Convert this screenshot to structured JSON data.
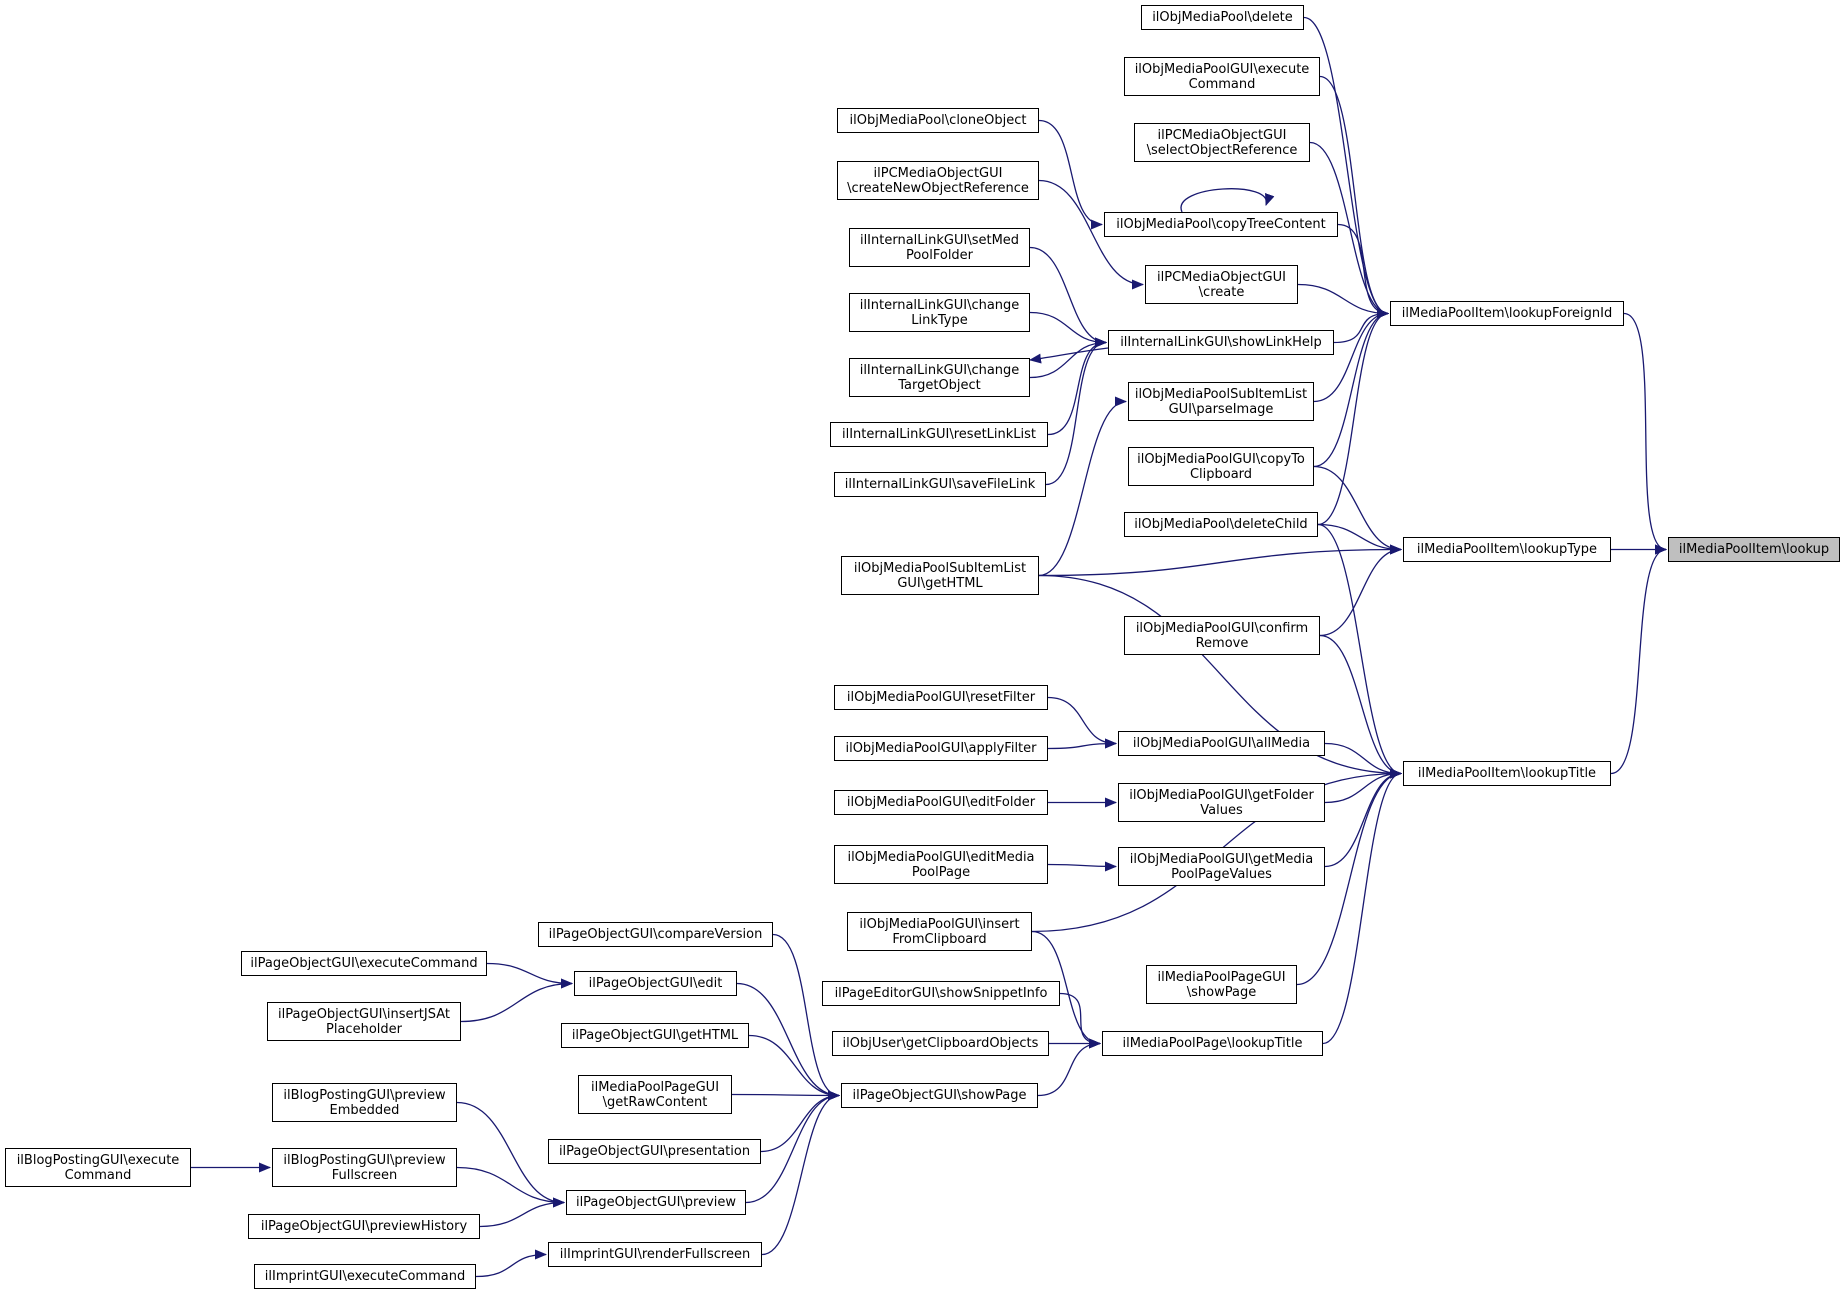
{
  "accent_color": "#191970",
  "root_fill": "#bfbfbf",
  "nodes": [
    {
      "id": "lookup",
      "lines": [
        "ilMediaPoolItem\\lookup"
      ],
      "root": true
    },
    {
      "id": "lookupForeignId",
      "lines": [
        "ilMediaPoolItem\\lookupForeignId"
      ]
    },
    {
      "id": "lookupType",
      "lines": [
        "ilMediaPoolItem\\lookupType"
      ]
    },
    {
      "id": "lookupTitle",
      "lines": [
        "ilMediaPoolItem\\lookupTitle"
      ]
    },
    {
      "id": "mp_delete",
      "lines": [
        "ilObjMediaPool\\delete"
      ]
    },
    {
      "id": "mpg_executeCommand",
      "lines": [
        "ilObjMediaPoolGUI\\execute",
        "Command"
      ]
    },
    {
      "id": "pcmo_selectObjectReference",
      "lines": [
        "ilPCMediaObjectGUI",
        "\\selectObjectReference"
      ]
    },
    {
      "id": "mp_cloneObject",
      "lines": [
        "ilObjMediaPool\\cloneObject"
      ]
    },
    {
      "id": "pcmo_createNewObjectReference",
      "lines": [
        "ilPCMediaObjectGUI",
        "\\createNewObjectReference"
      ]
    },
    {
      "id": "mp_copyTreeContent",
      "lines": [
        "ilObjMediaPool\\copyTreeContent"
      ]
    },
    {
      "id": "il_setMedPoolFolder",
      "lines": [
        "ilInternalLinkGUI\\setMed",
        "PoolFolder"
      ]
    },
    {
      "id": "pcmo_create",
      "lines": [
        "ilPCMediaObjectGUI",
        "\\create"
      ]
    },
    {
      "id": "il_changeLinkType",
      "lines": [
        "ilInternalLinkGUI\\change",
        "LinkType"
      ]
    },
    {
      "id": "il_showLinkHelp",
      "lines": [
        "ilInternalLinkGUI\\showLinkHelp"
      ]
    },
    {
      "id": "il_changeTargetObject",
      "lines": [
        "ilInternalLinkGUI\\change",
        "TargetObject"
      ]
    },
    {
      "id": "mpsil_parseImage",
      "lines": [
        "ilObjMediaPoolSubItemList",
        "GUI\\parseImage"
      ]
    },
    {
      "id": "il_resetLinkList",
      "lines": [
        "ilInternalLinkGUI\\resetLinkList"
      ]
    },
    {
      "id": "mpg_copyToClipboard",
      "lines": [
        "ilObjMediaPoolGUI\\copyTo",
        "Clipboard"
      ]
    },
    {
      "id": "il_saveFileLink",
      "lines": [
        "ilInternalLinkGUI\\saveFileLink"
      ]
    },
    {
      "id": "mp_deleteChild",
      "lines": [
        "ilObjMediaPool\\deleteChild"
      ]
    },
    {
      "id": "mpsil_getHTML",
      "lines": [
        "ilObjMediaPoolSubItemList",
        "GUI\\getHTML"
      ]
    },
    {
      "id": "mpg_confirmRemove",
      "lines": [
        "ilObjMediaPoolGUI\\confirm",
        "Remove"
      ]
    },
    {
      "id": "mpg_resetFilter",
      "lines": [
        "ilObjMediaPoolGUI\\resetFilter"
      ]
    },
    {
      "id": "mpg_allMedia",
      "lines": [
        "ilObjMediaPoolGUI\\allMedia"
      ]
    },
    {
      "id": "mpg_applyFilter",
      "lines": [
        "ilObjMediaPoolGUI\\applyFilter"
      ]
    },
    {
      "id": "mpg_editFolder",
      "lines": [
        "ilObjMediaPoolGUI\\editFolder"
      ]
    },
    {
      "id": "mpg_getFolderValues",
      "lines": [
        "ilObjMediaPoolGUI\\getFolder",
        "Values"
      ]
    },
    {
      "id": "mpg_editMediaPoolPage",
      "lines": [
        "ilObjMediaPoolGUI\\editMedia",
        "PoolPage"
      ]
    },
    {
      "id": "mpg_getMediaPoolPageValues",
      "lines": [
        "ilObjMediaPoolGUI\\getMedia",
        "PoolPageValues"
      ]
    },
    {
      "id": "mpg_insertFromClipboard",
      "lines": [
        "ilObjMediaPoolGUI\\insert",
        "FromClipboard"
      ]
    },
    {
      "id": "po_compareVersion",
      "lines": [
        "ilPageObjectGUI\\compareVersion"
      ]
    },
    {
      "id": "mpp_showPage",
      "lines": [
        "ilMediaPoolPageGUI",
        "\\showPage"
      ]
    },
    {
      "id": "po_executeCommand",
      "lines": [
        "ilPageObjectGUI\\executeCommand"
      ]
    },
    {
      "id": "po_edit",
      "lines": [
        "ilPageObjectGUI\\edit"
      ]
    },
    {
      "id": "pe_showSnippetInfo",
      "lines": [
        "ilPageEditorGUI\\showSnippetInfo"
      ]
    },
    {
      "id": "po_insertJSAtPlaceholder",
      "lines": [
        "ilPageObjectGUI\\insertJSAt",
        "Placeholder"
      ]
    },
    {
      "id": "po_getHTML",
      "lines": [
        "ilPageObjectGUI\\getHTML"
      ]
    },
    {
      "id": "user_getClipboardObjects",
      "lines": [
        "ilObjUser\\getClipboardObjects"
      ]
    },
    {
      "id": "mpp_lookupTitle",
      "lines": [
        "ilMediaPoolPage\\lookupTitle"
      ]
    },
    {
      "id": "mpp_getRawContent",
      "lines": [
        "ilMediaPoolPageGUI",
        "\\getRawContent"
      ]
    },
    {
      "id": "bp_previewEmbedded",
      "lines": [
        "ilBlogPostingGUI\\preview",
        "Embedded"
      ]
    },
    {
      "id": "po_showPage",
      "lines": [
        "ilPageObjectGUI\\showPage"
      ]
    },
    {
      "id": "po_presentation",
      "lines": [
        "ilPageObjectGUI\\presentation"
      ]
    },
    {
      "id": "bp_executeCommand",
      "lines": [
        "ilBlogPostingGUI\\execute",
        "Command"
      ]
    },
    {
      "id": "bp_previewFullscreen",
      "lines": [
        "ilBlogPostingGUI\\preview",
        "Fullscreen"
      ]
    },
    {
      "id": "po_preview",
      "lines": [
        "ilPageObjectGUI\\preview"
      ]
    },
    {
      "id": "po_previewHistory",
      "lines": [
        "ilPageObjectGUI\\previewHistory"
      ]
    },
    {
      "id": "imp_renderFullscreen",
      "lines": [
        "ilImprintGUI\\renderFullscreen"
      ]
    },
    {
      "id": "imp_executeCommand",
      "lines": [
        "ilImprintGUI\\executeCommand"
      ]
    }
  ],
  "edges": [
    {
      "from": "lookupForeignId",
      "to": "lookup"
    },
    {
      "from": "lookupType",
      "to": "lookup"
    },
    {
      "from": "lookupTitle",
      "to": "lookup"
    },
    {
      "from": "mp_delete",
      "to": "lookupForeignId"
    },
    {
      "from": "mpg_executeCommand",
      "to": "lookupForeignId"
    },
    {
      "from": "pcmo_selectObjectReference",
      "to": "lookupForeignId"
    },
    {
      "from": "mp_copyTreeContent",
      "to": "lookupForeignId"
    },
    {
      "from": "pcmo_create",
      "to": "lookupForeignId"
    },
    {
      "from": "il_showLinkHelp",
      "to": "lookupForeignId"
    },
    {
      "from": "mpsil_parseImage",
      "to": "lookupForeignId"
    },
    {
      "from": "mpg_copyToClipboard",
      "to": "lookupForeignId"
    },
    {
      "from": "mp_deleteChild",
      "to": "lookupForeignId"
    },
    {
      "from": "mp_cloneObject",
      "to": "mp_copyTreeContent"
    },
    {
      "from": "mp_copyTreeContent",
      "to": "mp_copyTreeContent"
    },
    {
      "from": "pcmo_createNewObjectReference",
      "to": "pcmo_create"
    },
    {
      "from": "il_setMedPoolFolder",
      "to": "il_showLinkHelp"
    },
    {
      "from": "il_changeLinkType",
      "to": "il_showLinkHelp"
    },
    {
      "from": "il_changeTargetObject",
      "to": "il_showLinkHelp"
    },
    {
      "from": "il_showLinkHelp",
      "to": "il_changeTargetObject"
    },
    {
      "from": "il_resetLinkList",
      "to": "il_showLinkHelp"
    },
    {
      "from": "il_saveFileLink",
      "to": "il_showLinkHelp"
    },
    {
      "from": "mpsil_getHTML",
      "to": "mpsil_parseImage"
    },
    {
      "from": "mpg_copyToClipboard",
      "to": "lookupType"
    },
    {
      "from": "mp_deleteChild",
      "to": "lookupType"
    },
    {
      "from": "mpsil_getHTML",
      "to": "lookupType"
    },
    {
      "from": "mpg_confirmRemove",
      "to": "lookupType"
    },
    {
      "from": "mp_deleteChild",
      "to": "lookupTitle"
    },
    {
      "from": "mpsil_getHTML",
      "to": "lookupTitle"
    },
    {
      "from": "mpg_confirmRemove",
      "to": "lookupTitle"
    },
    {
      "from": "mpg_allMedia",
      "to": "lookupTitle"
    },
    {
      "from": "mpg_getFolderValues",
      "to": "lookupTitle"
    },
    {
      "from": "mpg_getMediaPoolPageValues",
      "to": "lookupTitle"
    },
    {
      "from": "mpg_insertFromClipboard",
      "to": "lookupTitle"
    },
    {
      "from": "mpp_showPage",
      "to": "lookupTitle"
    },
    {
      "from": "mpp_lookupTitle",
      "to": "lookupTitle"
    },
    {
      "from": "mpg_resetFilter",
      "to": "mpg_allMedia"
    },
    {
      "from": "mpg_applyFilter",
      "to": "mpg_allMedia"
    },
    {
      "from": "mpg_editFolder",
      "to": "mpg_getFolderValues"
    },
    {
      "from": "mpg_editMediaPoolPage",
      "to": "mpg_getMediaPoolPageValues"
    },
    {
      "from": "mpg_insertFromClipboard",
      "to": "mpp_lookupTitle"
    },
    {
      "from": "pe_showSnippetInfo",
      "to": "mpp_lookupTitle"
    },
    {
      "from": "user_getClipboardObjects",
      "to": "mpp_lookupTitle"
    },
    {
      "from": "po_showPage",
      "to": "mpp_lookupTitle"
    },
    {
      "from": "po_compareVersion",
      "to": "po_showPage"
    },
    {
      "from": "po_edit",
      "to": "po_showPage"
    },
    {
      "from": "po_getHTML",
      "to": "po_showPage"
    },
    {
      "from": "mpp_getRawContent",
      "to": "po_showPage"
    },
    {
      "from": "po_presentation",
      "to": "po_showPage"
    },
    {
      "from": "po_preview",
      "to": "po_showPage"
    },
    {
      "from": "imp_renderFullscreen",
      "to": "po_showPage"
    },
    {
      "from": "po_executeCommand",
      "to": "po_edit"
    },
    {
      "from": "po_insertJSAtPlaceholder",
      "to": "po_edit"
    },
    {
      "from": "bp_previewEmbedded",
      "to": "po_preview"
    },
    {
      "from": "bp_previewFullscreen",
      "to": "po_preview"
    },
    {
      "from": "po_previewHistory",
      "to": "po_preview"
    },
    {
      "from": "bp_executeCommand",
      "to": "bp_previewFullscreen"
    },
    {
      "from": "imp_executeCommand",
      "to": "imp_renderFullscreen"
    }
  ]
}
